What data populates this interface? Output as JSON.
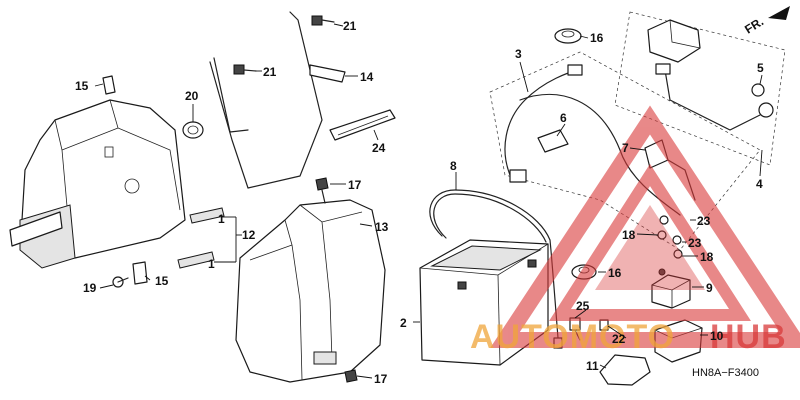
{
  "diagram": {
    "drawing_code": "HN8A−F3400",
    "direction_label": "FR.",
    "callouts": {
      "c1a": "1",
      "c1b": "1",
      "c2": "2",
      "c3": "3",
      "c4": "4",
      "c5": "5",
      "c6": "6",
      "c7": "7",
      "c8": "8",
      "c9": "9",
      "c10": "10",
      "c11": "11",
      "c12": "12",
      "c13": "13",
      "c14": "14",
      "c15a": "15",
      "c15b": "15",
      "c16a": "16",
      "c16b": "16",
      "c17a": "17",
      "c17b": "17",
      "c18a": "18",
      "c18b": "18",
      "c19": "19",
      "c20": "20",
      "c21a": "21",
      "c21b": "21",
      "c22": "22",
      "c23a": "23",
      "c23b": "23",
      "c24": "24",
      "c25": "25"
    }
  },
  "watermark": {
    "text_a": "AUTOMOTO",
    "text_b": "HUB",
    "color_red": "#d93a3a",
    "color_orange": "#f0a53a"
  }
}
